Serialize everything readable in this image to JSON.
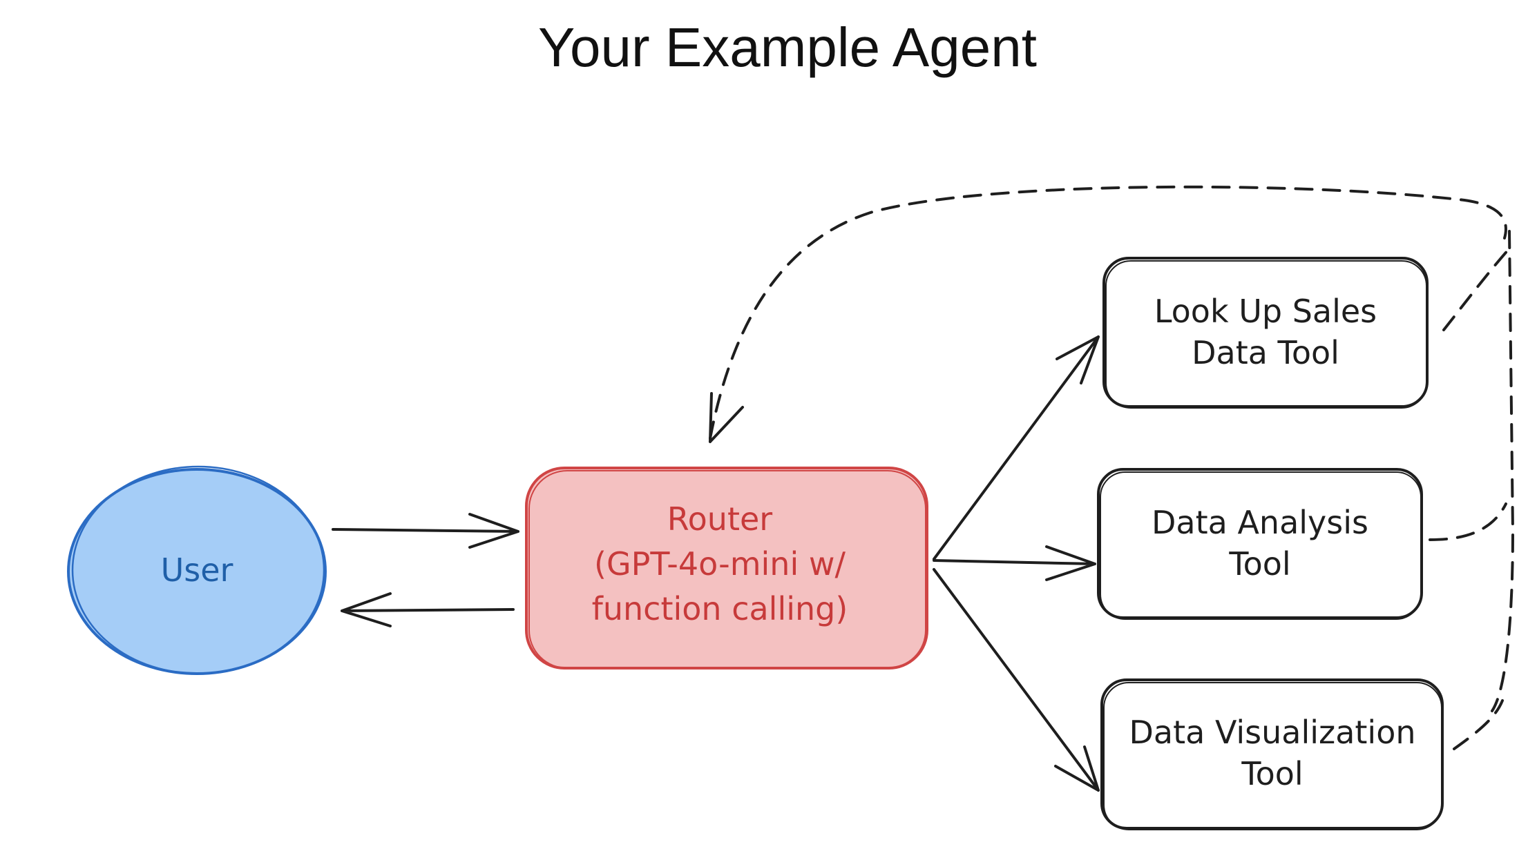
{
  "title": "Your Example Agent",
  "colors": {
    "user_fill": "#a5cdf7",
    "user_stroke": "#2b6cc4",
    "user_text": "#1f5fa8",
    "router_fill": "#f4c1c1",
    "router_stroke": "#d04545",
    "router_text": "#c73a3a",
    "tool_fill": "#ffffff",
    "tool_stroke": "#1e1e1e",
    "arrow": "#1e1e1e"
  },
  "nodes": {
    "user": {
      "label": "User"
    },
    "router": {
      "lines": [
        "Router",
        "(GPT-4o-mini w/",
        "function calling)"
      ]
    },
    "tool_sales": {
      "lines": [
        "Look Up Sales",
        "Data Tool"
      ]
    },
    "tool_analysis": {
      "lines": [
        "Data Analysis",
        "Tool"
      ]
    },
    "tool_viz": {
      "lines": [
        "Data Visualization",
        "Tool"
      ]
    }
  }
}
